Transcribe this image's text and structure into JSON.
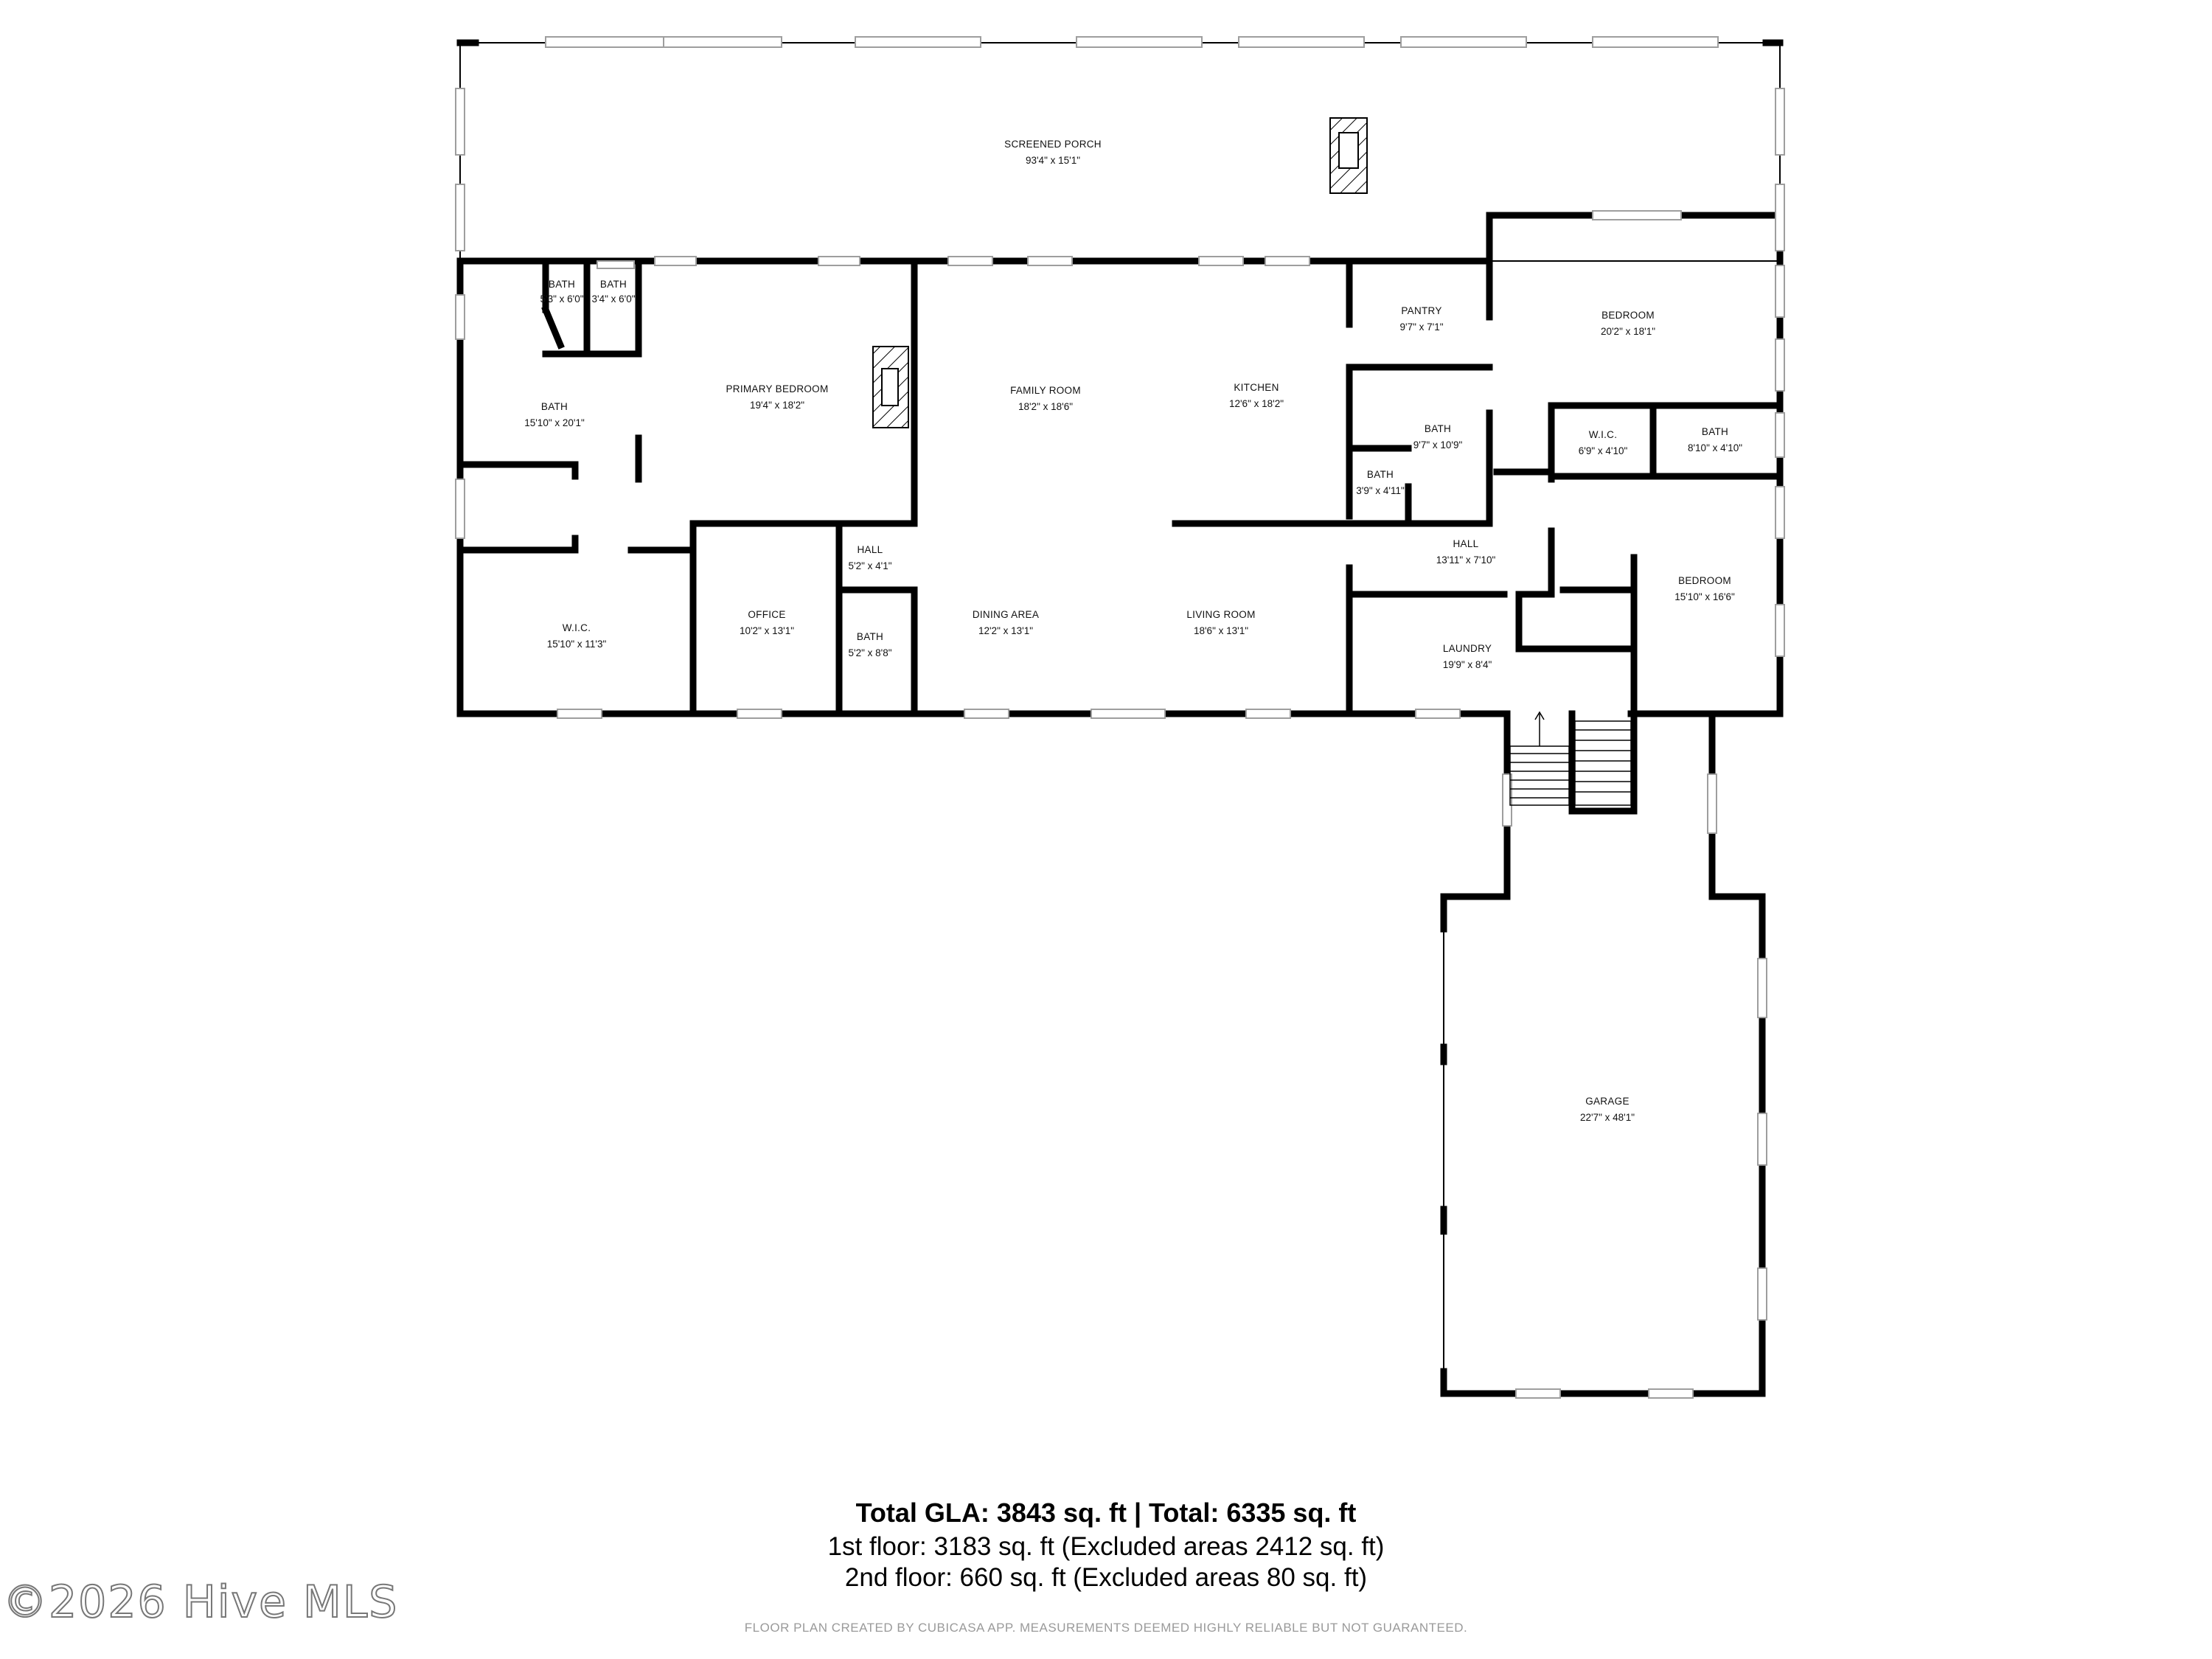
{
  "rooms": {
    "screened_porch": {
      "name": "SCREENED PORCH",
      "dim": "93'4\" x 15'1\""
    },
    "bath_a": {
      "name": "BATH",
      "dim": "5'3\" x 6'0\""
    },
    "bath_b": {
      "name": "BATH",
      "dim": "3'4\" x 6'0\""
    },
    "bath_primary": {
      "name": "BATH",
      "dim": "15'10\" x 20'1\""
    },
    "primary_bedroom": {
      "name": "PRIMARY BEDROOM",
      "dim": "19'4\" x 18'2\""
    },
    "family_room": {
      "name": "FAMILY ROOM",
      "dim": "18'2\" x 18'6\""
    },
    "kitchen": {
      "name": "KITCHEN",
      "dim": "12'6\" x 18'2\""
    },
    "pantry": {
      "name": "PANTRY",
      "dim": "9'7\" x 7'1\""
    },
    "bedroom_ne": {
      "name": "BEDROOM",
      "dim": "20'2\" x 18'1\""
    },
    "bath_center": {
      "name": "BATH",
      "dim": "9'7\" x 10'9\""
    },
    "bath_small": {
      "name": "BATH",
      "dim": "3'9\" x 4'11\""
    },
    "wic_small": {
      "name": "W.I.C.",
      "dim": "6'9\" x 4'10\""
    },
    "bath_east": {
      "name": "BATH",
      "dim": "8'10\" x 4'10\""
    },
    "wic_large": {
      "name": "W.I.C.",
      "dim": "15'10\" x 11'3\""
    },
    "office": {
      "name": "OFFICE",
      "dim": "10'2\" x 13'1\""
    },
    "hall_small": {
      "name": "HALL",
      "dim": "5'2\" x 4'1\""
    },
    "bath_hall": {
      "name": "BATH",
      "dim": "5'2\" x 8'8\""
    },
    "dining_area": {
      "name": "DINING AREA",
      "dim": "12'2\" x 13'1\""
    },
    "living_room": {
      "name": "LIVING ROOM",
      "dim": "18'6\" x 13'1\""
    },
    "hall_main": {
      "name": "HALL",
      "dim": "13'11\" x 7'10\""
    },
    "bedroom_se": {
      "name": "BEDROOM",
      "dim": "15'10\" x 16'6\""
    },
    "laundry": {
      "name": "LAUNDRY",
      "dim": "19'9\" x 8'4\""
    },
    "garage": {
      "name": "GARAGE",
      "dim": "22'7\" x 48'1\""
    }
  },
  "summary": {
    "total": "Total GLA: 3843 sq. ft | Total: 6335 sq. ft",
    "floor1": "1st floor: 3183 sq. ft (Excluded areas 2412 sq. ft)",
    "floor2": "2nd floor: 660 sq. ft (Excluded areas 80 sq. ft)"
  },
  "disclaimer": "FLOOR PLAN CREATED BY CUBICASA APP. MEASUREMENTS DEEMED HIGHLY RELIABLE BUT NOT GUARANTEED.",
  "watermark": "©2026 Hive MLS",
  "colors": {
    "wall": "#000000",
    "window": "#bdbdbd",
    "background": "#ffffff"
  }
}
